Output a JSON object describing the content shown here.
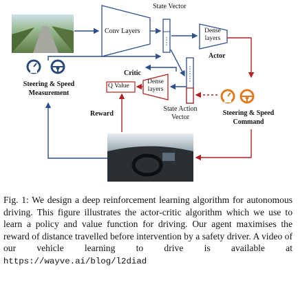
{
  "figure": {
    "state_vector_label": "State Vector",
    "conv_layers_label": "Conv Layers",
    "actor_dense_label": "Dense layers",
    "actor_label": "Actor",
    "critic_label": "Critic",
    "q_value_label": "Q Value",
    "critic_dense_label": "Dense layers",
    "state_action_vector_label": "State Action Vector",
    "reward_label": "Reward",
    "steering_measure_label": "Steering & Speed Measurement",
    "steering_command_label": "Steering & Speed Command",
    "colors": {
      "blue_flow": "#2f4f8f",
      "red_flow": "#b22222",
      "orange_icon": "#e07a1f",
      "navy_icon": "#2b4a7a"
    }
  },
  "caption": {
    "prefix": "Fig. 1: We design a deep reinforcement learning algorithm for autonomous driving. This figure illustrates the actor-critic algorithm which we use to learn a policy and value function for driving. Our agent maximises the reward of distance travelled before intervention by a safety driver. A video of our vehicle learning to drive is available at",
    "url": "https://wayve.ai/blog/l2diad"
  }
}
